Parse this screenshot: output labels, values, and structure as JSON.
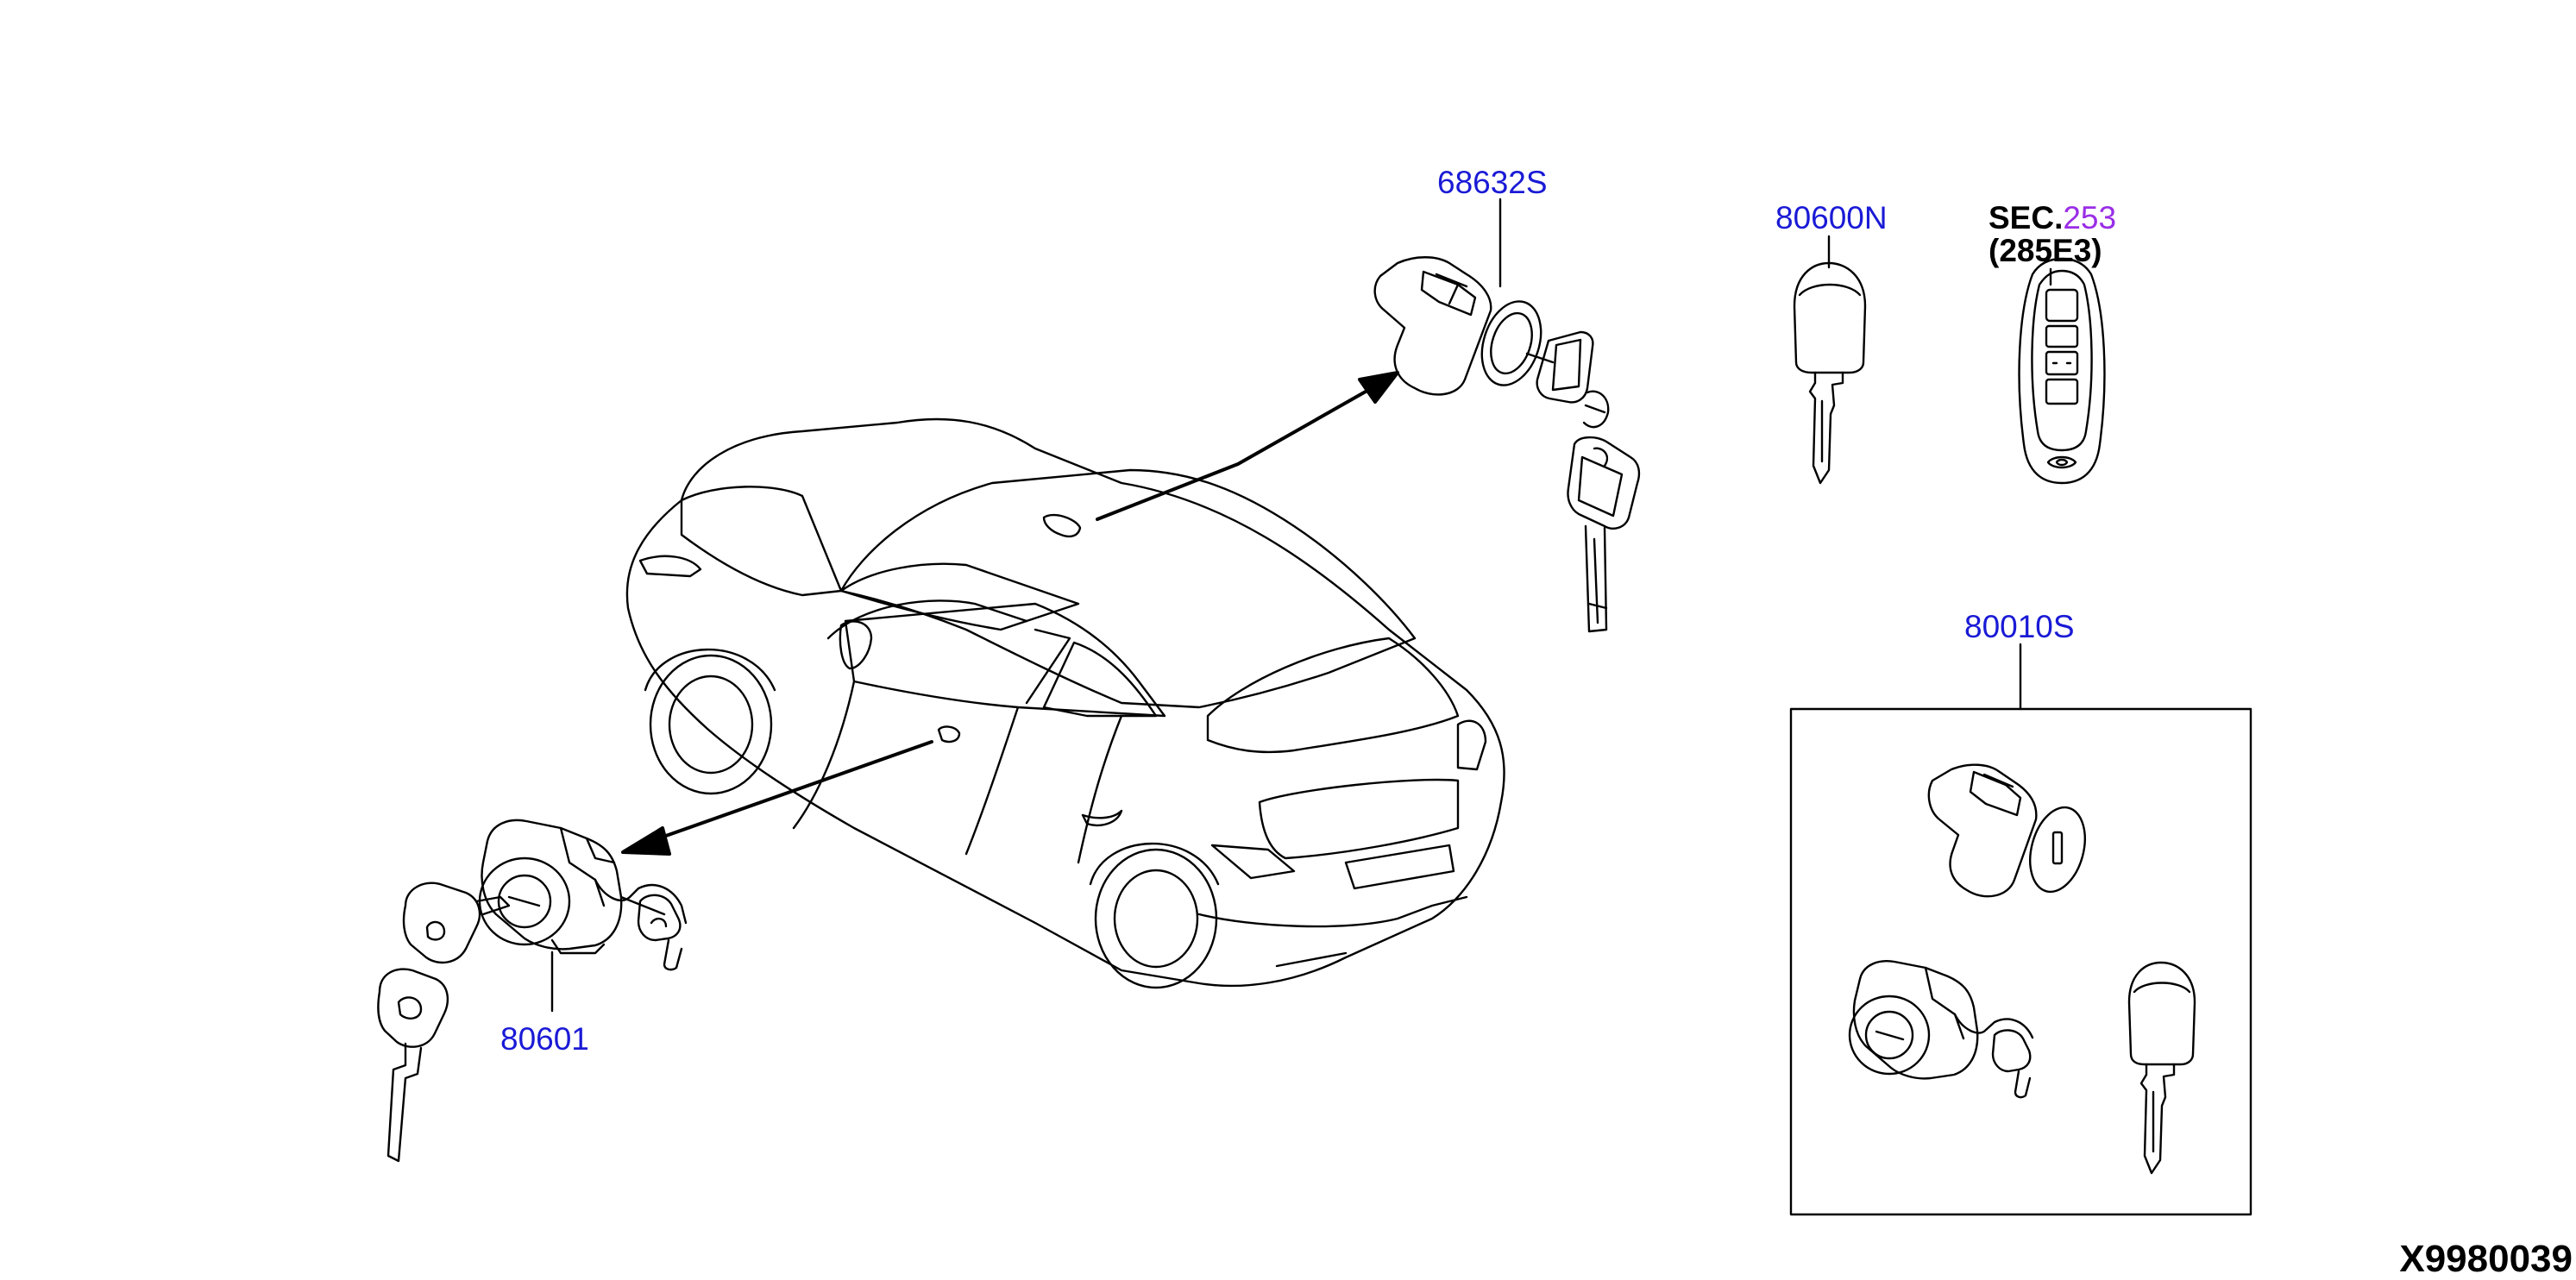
{
  "callouts": {
    "trunk_cylinder": "68632S",
    "key_blank": "80600N",
    "door_cylinder": "80601",
    "lock_set": "80010S"
  },
  "section_ref": {
    "prefix": "SEC.",
    "number": "253",
    "subpart": "(285E3)"
  },
  "diagram_code": "X9980039",
  "colors": {
    "callout_blue": "#1a1ad6",
    "section_purple": "#9a2ee6",
    "line": "#000000"
  }
}
